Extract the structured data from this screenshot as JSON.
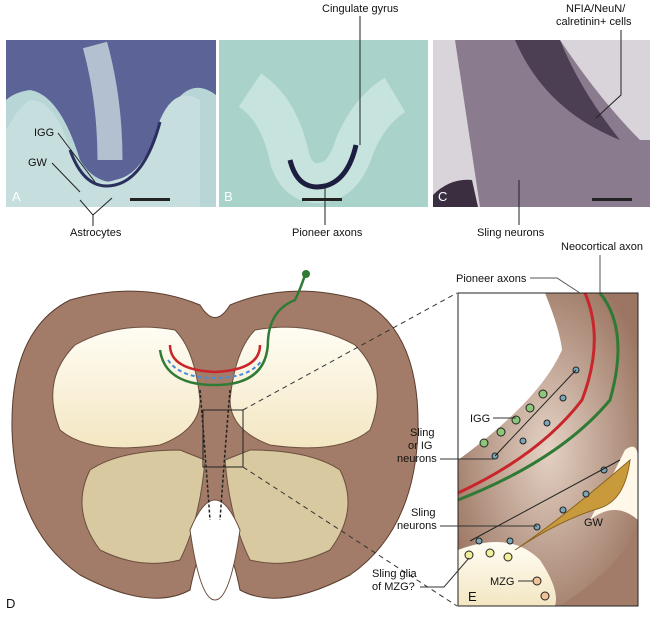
{
  "panels": {
    "a": {
      "letter": "A",
      "labels": {
        "igg": "IGG",
        "gw": "GW",
        "astrocytes": "Astrocytes"
      }
    },
    "b": {
      "letter": "B",
      "labels": {
        "cingulate": "Cingulate gyrus",
        "pioneer": "Pioneer axons"
      }
    },
    "c": {
      "letter": "C",
      "labels": {
        "nfia_line1": "NFIA/NeuN/",
        "nfia_line2": "calretinin+ cells",
        "sling": "Sling neurons"
      }
    },
    "d": {
      "letter": "D"
    },
    "e": {
      "letter": "E",
      "labels": {
        "neocortical": "Neocortical axon",
        "pioneer": "Pioneer axons",
        "igg": "IGG",
        "sling_ig_1": "Sling",
        "sling_ig_2": "or IG",
        "sling_ig_3": "neurons",
        "sling_1": "Sling",
        "sling_2": "neurons",
        "gw": "GW",
        "glia_1": "Sling glia",
        "glia_2": "of MZG?",
        "mzg": "MZG"
      }
    }
  },
  "colors": {
    "tissue": "#a07a66",
    "cavity": "#fdf6e6",
    "red_axon": "#c8262a",
    "green_axon": "#2f7a35",
    "igg_cell": "#8cc67a"
  }
}
